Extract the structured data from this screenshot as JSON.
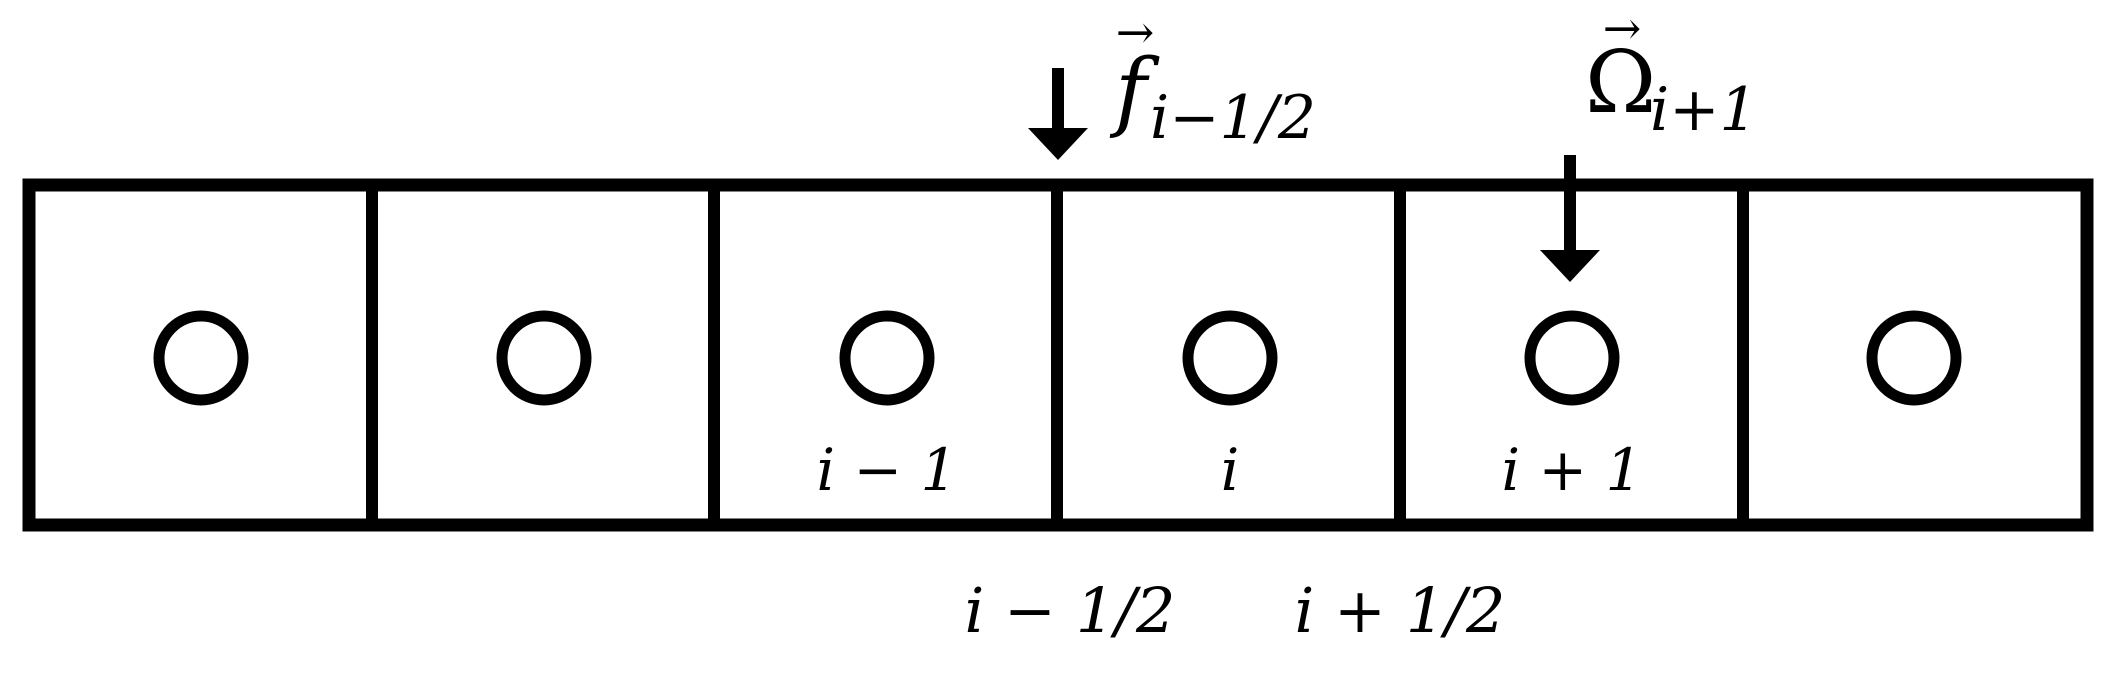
{
  "diagram": {
    "cell_count": 6,
    "cell_labels": [
      "",
      "",
      "i − 1",
      "i",
      "i + 1",
      ""
    ],
    "face_labels": [
      {
        "between_cells": [
          2,
          3
        ],
        "text": "i − 1/2"
      },
      {
        "between_cells": [
          3,
          4
        ],
        "text": "i + 1/2"
      }
    ],
    "flux_annotation": {
      "symbol": "f",
      "vector_mark": "→",
      "subscript": "i−1/2",
      "face_between_cells": [
        2,
        3
      ]
    },
    "source_annotation": {
      "symbol": "Ω",
      "vector_mark": "→",
      "subscript": "i+1",
      "cell_index": 4
    },
    "colors": {
      "stroke": "#000000",
      "background": "#ffffff"
    }
  }
}
